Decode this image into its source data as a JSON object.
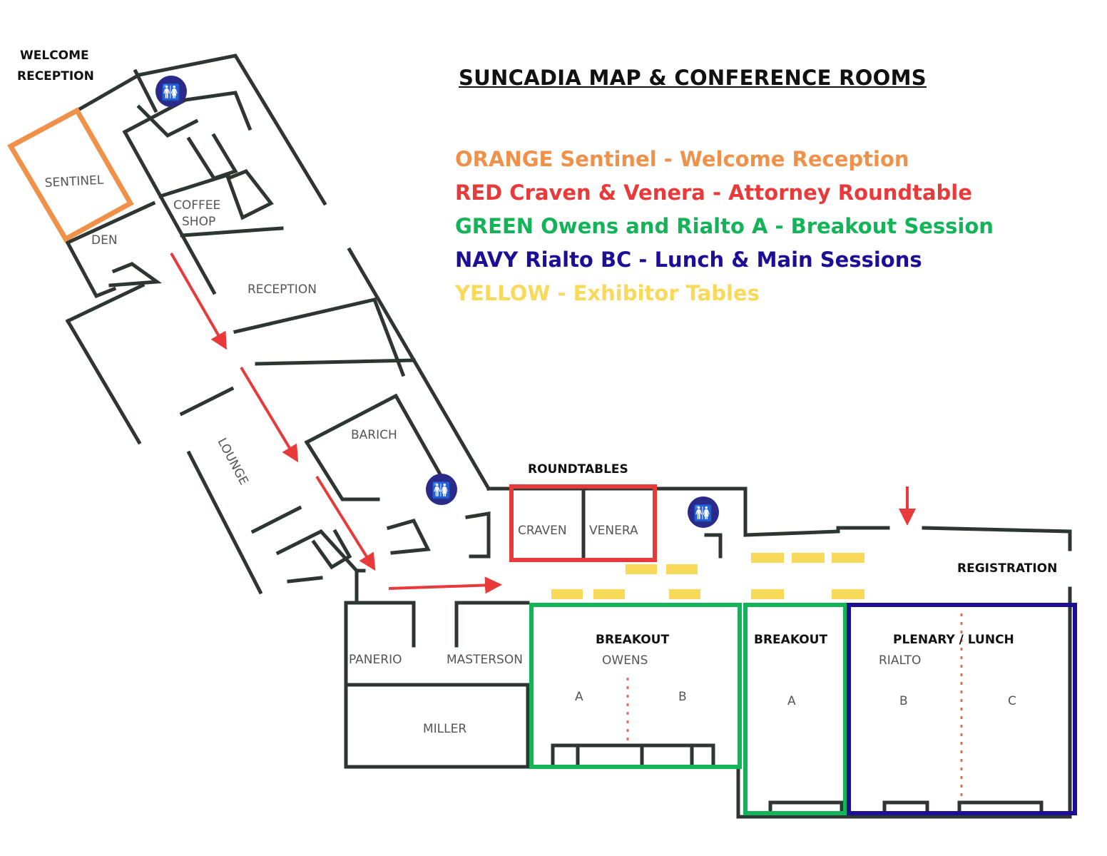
{
  "title": "SUNCADIA MAP & CONFERENCE ROOMS",
  "legend": [
    {
      "text": "ORANGE Sentinel - Welcome Reception",
      "color": "#f0914a"
    },
    {
      "text": "RED Craven & Venera - Attorney Roundtable",
      "color": "#e83a3a"
    },
    {
      "text": "GREEN Owens and Rialto A - Breakout Session",
      "color": "#12b457"
    },
    {
      "text": "NAVY Rialto BC - Lunch & Main Sessions",
      "color": "#1c0f96"
    },
    {
      "text": "YELLOW - Exhibitor Tables",
      "color": "#f8d95a"
    }
  ],
  "annotations": {
    "welcome_1": "WELCOME",
    "welcome_2": "RECEPTION",
    "roundtables": "ROUNDTABLES",
    "registration": "REGISTRATION",
    "breakout_owens": "BREAKOUT",
    "breakout_rialto": "BREAKOUT",
    "plenary": "PLENARY / LUNCH"
  },
  "rooms": {
    "sentinel": "SENTINEL",
    "den": "DEN",
    "coffee_1": "COFFEE",
    "coffee_2": "SHOP",
    "reception": "RECEPTION",
    "lounge": "LOUNGE",
    "barich": "BARICH",
    "craven": "CRAVEN",
    "venera": "VENERA",
    "panerio": "PANERIO",
    "masterson": "MASTERSON",
    "miller": "MILLER",
    "owens": "OWENS",
    "owens_a": "A",
    "owens_b": "B",
    "rialto_a": "A",
    "rialto": "RIALTO",
    "rialto_b": "B",
    "rialto_c": "C"
  },
  "icons": [
    "restroom-icon",
    "restroom-icon",
    "restroom-icon",
    "arrow-icon"
  ]
}
